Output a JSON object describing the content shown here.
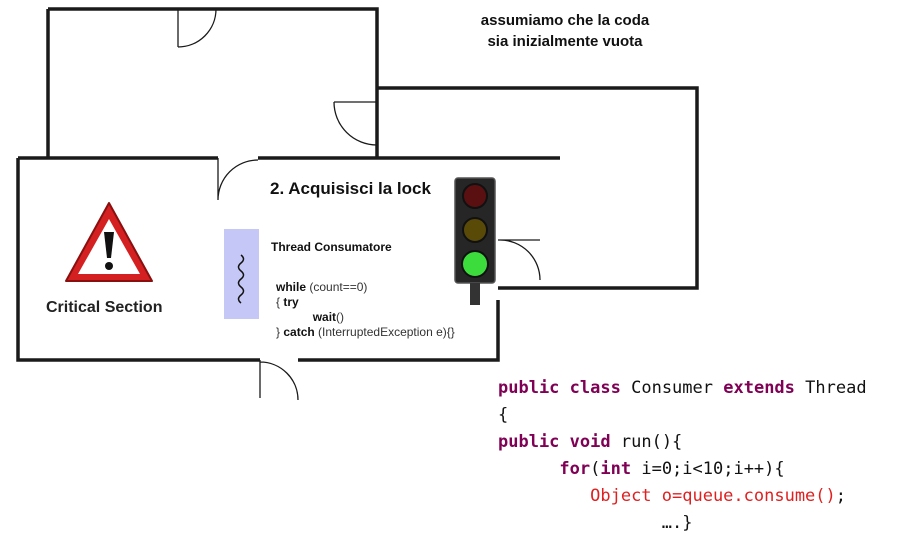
{
  "note": {
    "line1": "assumiamo che la coda",
    "line2": "sia inizialmente vuota"
  },
  "step_title": "2. Acquisisci la lock",
  "thread": {
    "title": "Thread Consumatore",
    "while_kw": "while",
    "while_cond": " (count==0)",
    "try_open": "{ ",
    "try_kw": "try",
    "wait_kw": "wait",
    "wait_parens": "()",
    "catch_open": "} ",
    "catch_kw": "catch",
    "catch_rest": " (InterruptedException e){}"
  },
  "critical_section_label": "Critical Section",
  "traffic_light": {
    "active": "green",
    "colors": {
      "red": "#5a1010",
      "yellow": "#5a4a08",
      "green": "#3ddc3d"
    }
  },
  "code": {
    "l1_kw1": "public",
    "l1_kw2": "class",
    "l1_name": "Consumer",
    "l1_kw3": "extends",
    "l1_base": "Thread",
    "l2": "{",
    "l3_kw1": "public",
    "l3_kw2": "void",
    "l3_rest": "run(){",
    "l4_kw1": "for",
    "l4_p1": "(",
    "l4_kw2": "int",
    "l4_rest": " i=0;i<10;i++){",
    "l5_red": "Object o=queue.consume()",
    "l5_end": ";",
    "l6": "….}"
  },
  "colors": {
    "keyword": "#7f0055",
    "highlight": "#e02020",
    "thread_strip": "#c5c8f6",
    "warning": "#d42020"
  }
}
